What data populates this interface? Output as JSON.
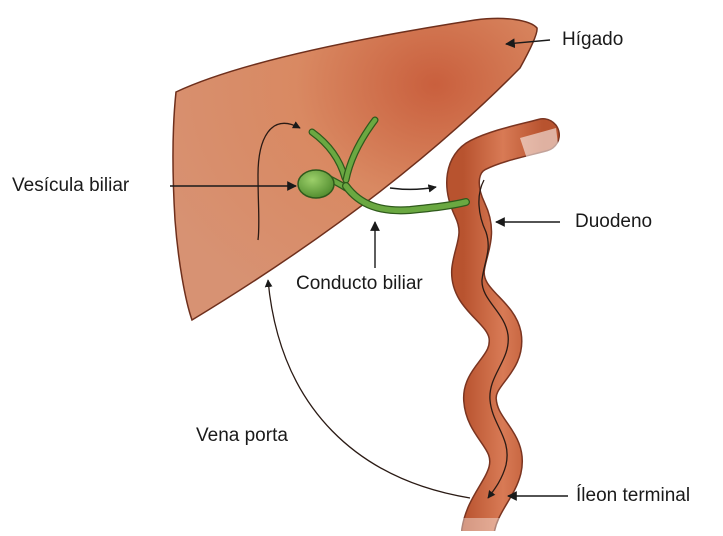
{
  "labels": {
    "liver": "Hígado",
    "gallbladder": "Vesícula biliar",
    "duodenum": "Duodeno",
    "bile_duct": "Conducto biliar",
    "portal_vein": "Vena porta",
    "terminal_ileum": "Íleon terminal"
  },
  "colors": {
    "liver_fill": "#cf7a57",
    "liver_dark": "#a9533a",
    "gut_fill": "#cf6e4a",
    "gut_dark": "#8e3f27",
    "bile_green": "#6aa841",
    "bile_dark": "#2f5a1c",
    "arrow": "#1a1a1a",
    "text": "#1a1a1a"
  }
}
